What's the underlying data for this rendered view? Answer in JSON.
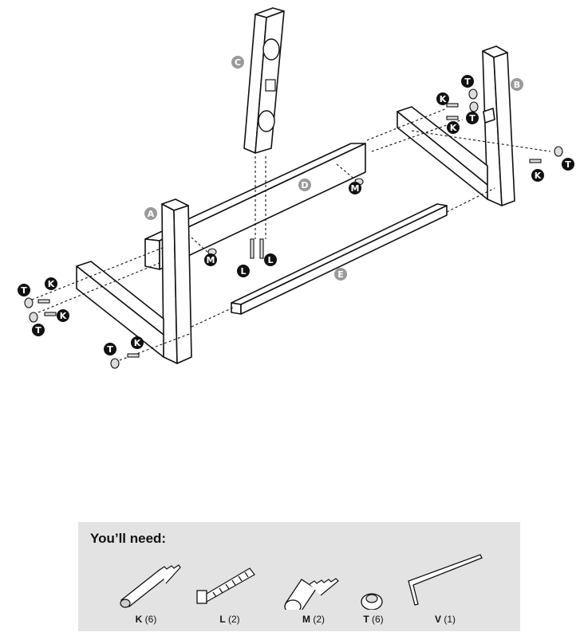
{
  "labels": {
    "A": "A",
    "B": "B",
    "C": "C",
    "D": "D",
    "E": "E",
    "K": "K",
    "L": "L",
    "M": "M",
    "T": "T"
  },
  "needs": {
    "title": "You’ll need:",
    "items": [
      {
        "letter": "K",
        "qty": "(6)"
      },
      {
        "letter": "L",
        "qty": "(2)"
      },
      {
        "letter": "M",
        "qty": "(2)"
      },
      {
        "letter": "T",
        "qty": "(6)"
      },
      {
        "letter": "V",
        "qty": "(1)"
      }
    ]
  }
}
